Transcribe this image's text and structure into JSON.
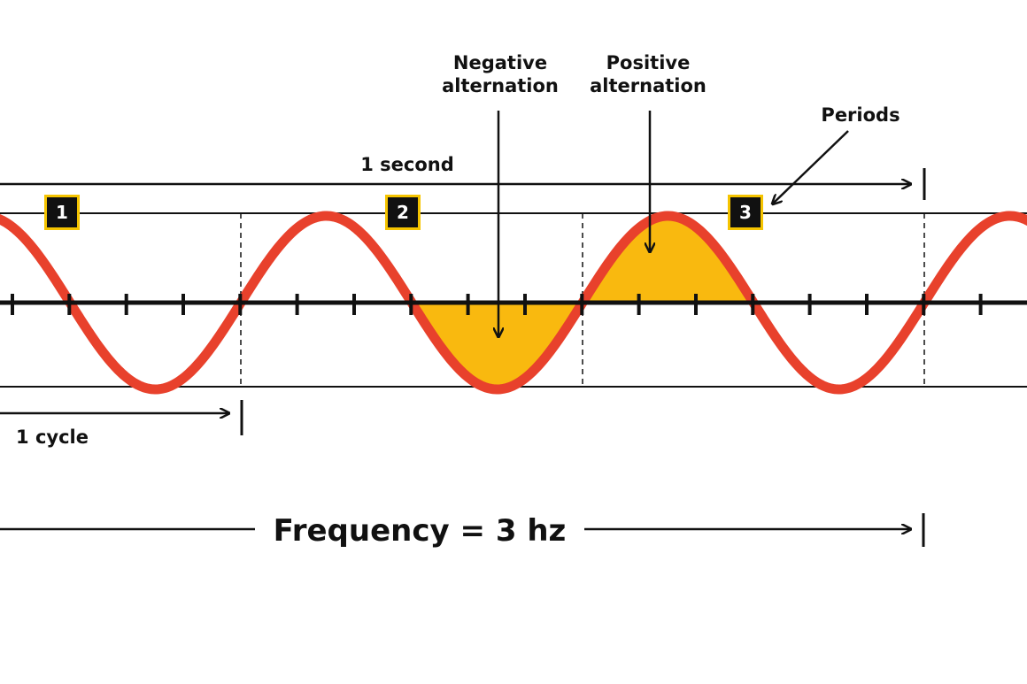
{
  "labels": {
    "negative_alternation": [
      "Negative",
      "alternation"
    ],
    "positive_alternation": [
      "Positive",
      "alternation"
    ],
    "periods": "Periods",
    "one_second": "1 second",
    "one_cycle": "1 cycle",
    "frequency": "Frequency = 3 hz"
  },
  "period_markers": [
    "1",
    "2",
    "3"
  ],
  "colors": {
    "wave": "#e8412c",
    "fill": "#f9b90f",
    "axis": "#111111",
    "badge_border": "#f5c400"
  }
}
